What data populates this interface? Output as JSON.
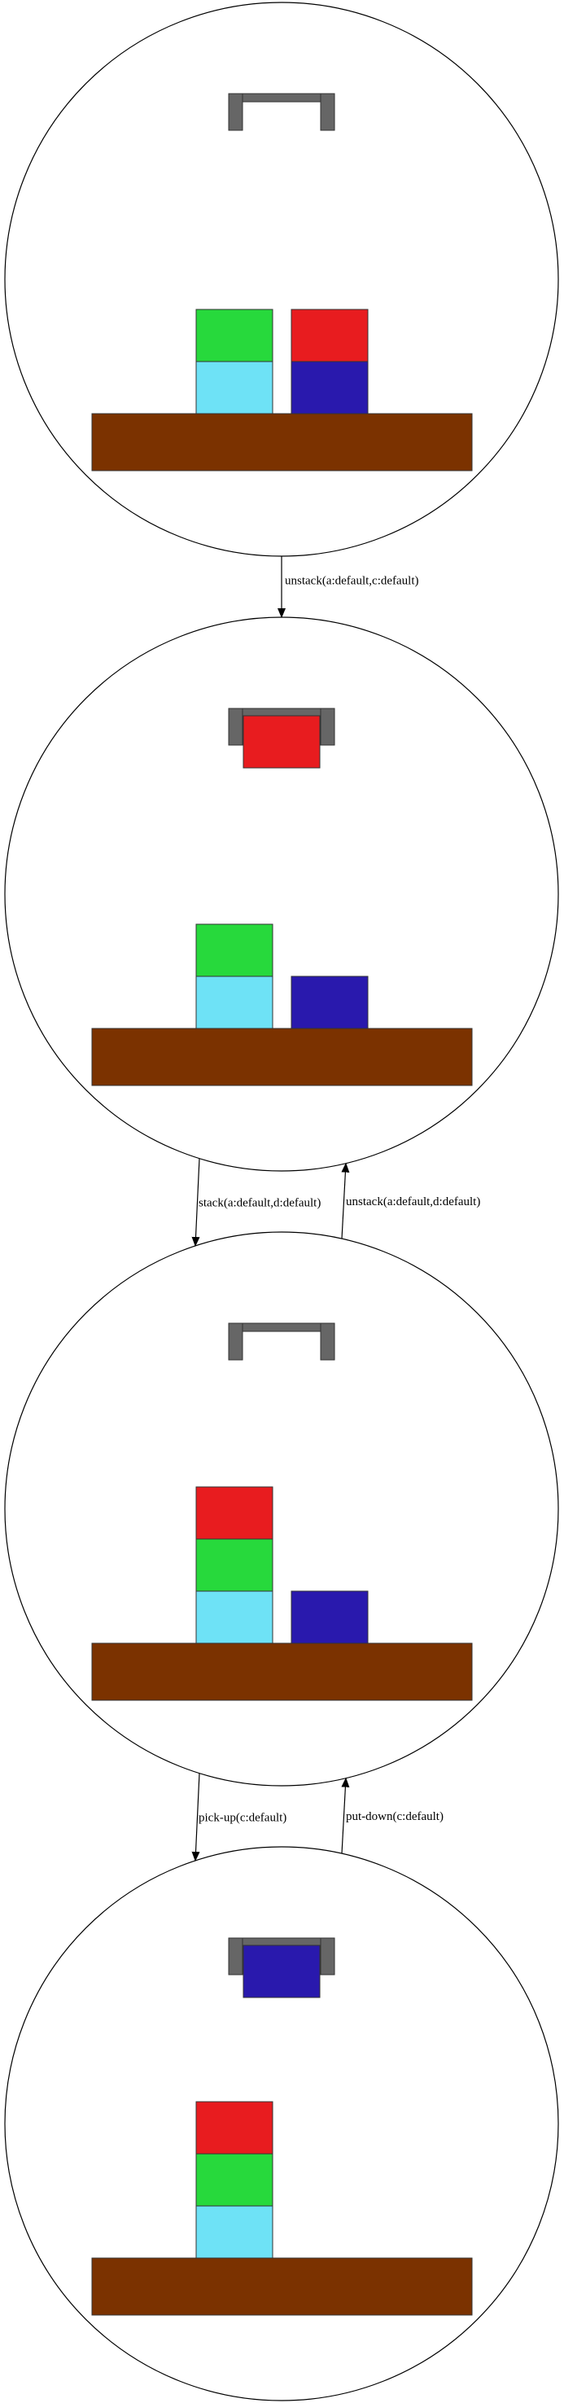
{
  "colors": {
    "gripper": "#666666",
    "table": "#7b3200",
    "outline": "#333333",
    "node_stroke": "#000000",
    "edge_stroke": "#000000",
    "a": "#e81c1f",
    "b": "#27d93c",
    "c": "#6ee2f6",
    "d": "#2919ad"
  },
  "states": [
    {
      "id": "state-1",
      "holding": null,
      "stacks": [
        [
          "c",
          "b"
        ],
        [
          "d",
          "a"
        ]
      ]
    },
    {
      "id": "state-2",
      "holding": "a",
      "stacks": [
        [
          "c",
          "b"
        ],
        [
          "d"
        ]
      ]
    },
    {
      "id": "state-3",
      "holding": null,
      "stacks": [
        [
          "c",
          "b",
          "a"
        ],
        [
          "d"
        ]
      ]
    },
    {
      "id": "state-4",
      "holding": "d",
      "stacks": [
        [
          "c",
          "b",
          "a"
        ],
        []
      ]
    }
  ],
  "edges": [
    {
      "id": "edge-1",
      "from": "state-1",
      "to": "state-2",
      "label": "unstack(a:default,c:default)"
    },
    {
      "id": "edge-2",
      "from": "state-2",
      "to": "state-3",
      "label": "stack(a:default,d:default)"
    },
    {
      "id": "edge-3",
      "from": "state-3",
      "to": "state-2",
      "label": "unstack(a:default,d:default)"
    },
    {
      "id": "edge-4",
      "from": "state-3",
      "to": "state-4",
      "label": "pick-up(c:default)"
    },
    {
      "id": "edge-5",
      "from": "state-4",
      "to": "state-3",
      "label": "put-down(c:default)"
    }
  ]
}
